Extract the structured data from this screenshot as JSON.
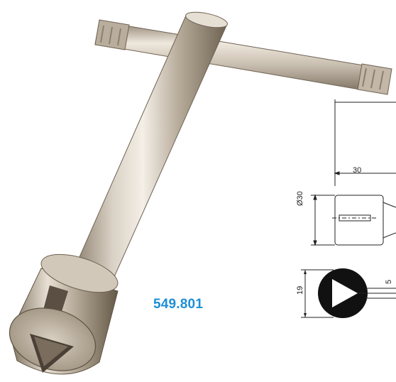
{
  "product": {
    "code": "549.801",
    "code_color": "#1e8fd6"
  },
  "drawing": {
    "dim_length": "30",
    "dim_diameter": "Ø30",
    "dim_height": "19",
    "dim_slot": "5"
  },
  "icons": {
    "tool": "t-handle-tap-wrench",
    "profile": "triangular-socket-section"
  }
}
